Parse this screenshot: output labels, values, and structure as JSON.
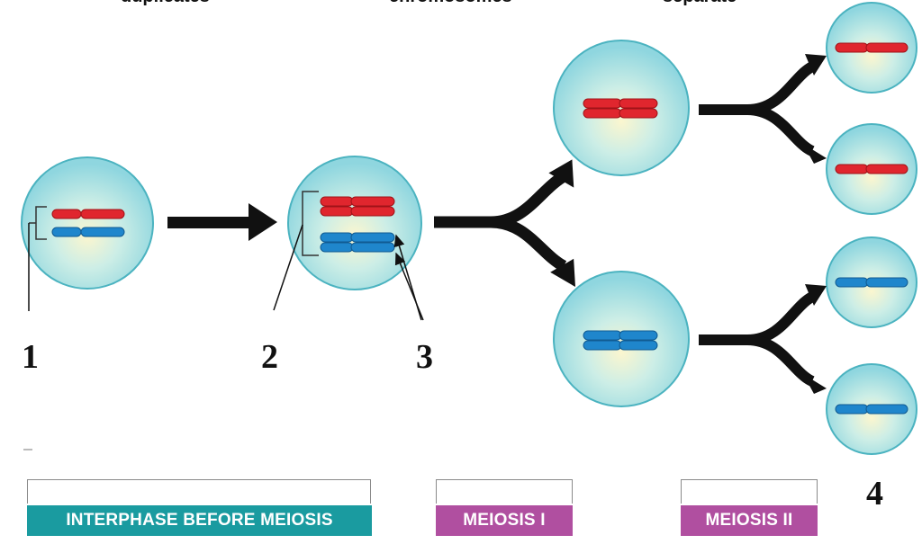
{
  "header_fragments": [
    "duplicates",
    "chromosomes",
    "separate"
  ],
  "labels": [
    "1",
    "2",
    "3",
    "4"
  ],
  "stages": [
    {
      "text": "INTERPHASE BEFORE MEIOSIS",
      "color": "#1a9ba0"
    },
    {
      "text": "MEIOSIS I",
      "color": "#b04fa0"
    },
    {
      "text": "MEIOSIS II",
      "color": "#b04fa0"
    }
  ],
  "colors": {
    "cell_fill": "#8fd6df",
    "cell_center": "#fbf6cf",
    "cell_border": "#4bb3c0",
    "maternal": "#e0262e",
    "paternal": "#1f86cc",
    "arrow": "#111111"
  }
}
